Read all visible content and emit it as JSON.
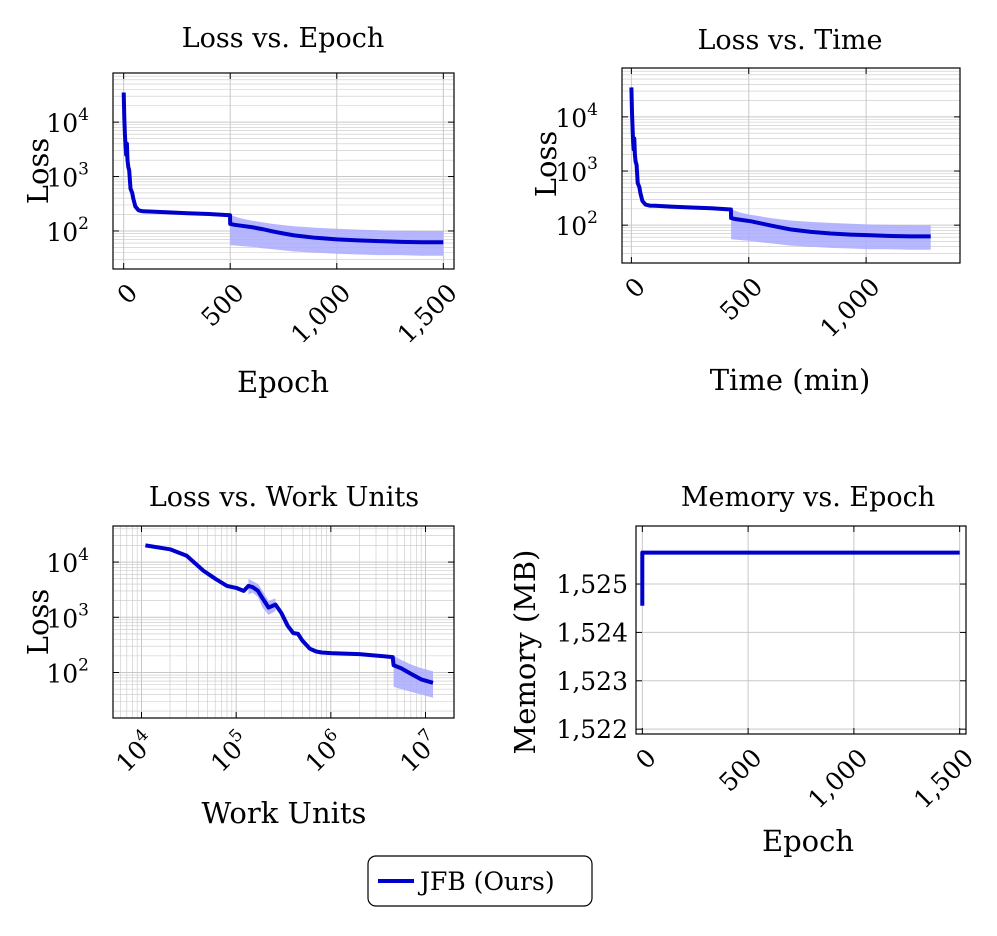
{
  "colors": {
    "series": "#0000cc",
    "band": "#aaaaff",
    "grid": "#c8c8c8"
  },
  "legend": {
    "label": "JFB (Ours)"
  },
  "chart_data": [
    {
      "type": "line",
      "title": "Loss vs. Epoch",
      "xlabel": "Epoch",
      "ylabel": "Loss",
      "xscale": "linear",
      "yscale": "log",
      "xlim": [
        -50,
        1550
      ],
      "ylim": [
        20,
        80000
      ],
      "xticks": [
        0,
        500,
        1000,
        1500
      ],
      "xticklabels": [
        "0",
        "500",
        "1,000",
        "1,500"
      ],
      "yticks": [
        100,
        1000,
        10000
      ],
      "grid": true,
      "series": [
        {
          "name": "JFB (Ours)",
          "x": [
            0,
            3,
            6,
            9,
            12,
            15,
            18,
            22,
            26,
            32,
            40,
            45,
            55,
            70,
            90,
            120,
            200,
            300,
            400,
            499,
            500,
            520,
            550,
            600,
            650,
            700,
            750,
            800,
            900,
            1000,
            1100,
            1200,
            1300,
            1400,
            1500
          ],
          "y": [
            35000,
            12000,
            6000,
            3500,
            2500,
            4000,
            2000,
            1500,
            1300,
            600,
            500,
            400,
            280,
            240,
            230,
            228,
            220,
            212,
            205,
            195,
            135,
            130,
            125,
            118,
            108,
            98,
            90,
            83,
            75,
            70,
            67,
            65,
            63,
            62,
            62
          ],
          "lower": [
            null,
            null,
            null,
            null,
            null,
            null,
            null,
            null,
            null,
            null,
            null,
            null,
            null,
            null,
            null,
            null,
            null,
            null,
            null,
            null,
            55,
            54,
            53,
            51,
            48,
            46,
            44,
            42,
            40,
            38,
            37,
            36,
            36,
            35,
            35
          ],
          "upper": [
            null,
            null,
            null,
            null,
            null,
            null,
            null,
            null,
            null,
            null,
            null,
            null,
            null,
            null,
            null,
            null,
            null,
            null,
            null,
            null,
            200,
            185,
            170,
            155,
            145,
            135,
            128,
            122,
            115,
            110,
            106,
            103,
            101,
            100,
            100
          ]
        }
      ]
    },
    {
      "type": "line",
      "title": "Loss vs. Time",
      "xlabel": "Time (min)",
      "ylabel": "Loss",
      "xscale": "linear",
      "yscale": "log",
      "xlim": [
        -40,
        1400
      ],
      "ylim": [
        20,
        80000
      ],
      "xticks": [
        0,
        500,
        1000
      ],
      "xticklabels": [
        "0",
        "500",
        "1,000"
      ],
      "yticks": [
        100,
        1000,
        10000
      ],
      "grid": true,
      "series": [
        {
          "name": "JFB (Ours)",
          "x": [
            0,
            2.5,
            5,
            7.5,
            10,
            12.5,
            15,
            18,
            22,
            27,
            34,
            38,
            47,
            60,
            77,
            102,
            170,
            255,
            340,
            424,
            425,
            442,
            467,
            510,
            552,
            595,
            637,
            680,
            765,
            850,
            935,
            1020,
            1105,
            1190,
            1275
          ],
          "y": [
            35000,
            12000,
            6000,
            3500,
            2500,
            4000,
            2000,
            1500,
            1300,
            600,
            500,
            400,
            280,
            240,
            230,
            228,
            220,
            212,
            205,
            195,
            135,
            130,
            125,
            118,
            108,
            98,
            90,
            83,
            75,
            70,
            67,
            65,
            63,
            62,
            62
          ],
          "lower": [
            null,
            null,
            null,
            null,
            null,
            null,
            null,
            null,
            null,
            null,
            null,
            null,
            null,
            null,
            null,
            null,
            null,
            null,
            null,
            null,
            55,
            54,
            53,
            51,
            48,
            46,
            44,
            42,
            40,
            38,
            37,
            36,
            36,
            35,
            35
          ],
          "upper": [
            null,
            null,
            null,
            null,
            null,
            null,
            null,
            null,
            null,
            null,
            null,
            null,
            null,
            null,
            null,
            null,
            null,
            null,
            null,
            null,
            200,
            185,
            170,
            155,
            145,
            135,
            128,
            122,
            115,
            110,
            106,
            103,
            101,
            100,
            100
          ]
        }
      ]
    },
    {
      "type": "line",
      "title": "Loss vs. Work Units",
      "xlabel": "Work Units",
      "ylabel": "Loss",
      "xscale": "log",
      "yscale": "log",
      "xlim": [
        5000,
        20000000
      ],
      "ylim": [
        15,
        45000
      ],
      "xticks": [
        10000,
        100000,
        1000000,
        10000000
      ],
      "xticklabels": [
        "4",
        "5",
        "6",
        "7"
      ],
      "xtick_base": "10",
      "yticks": [
        100,
        1000,
        10000
      ],
      "grid": true,
      "series": [
        {
          "name": "JFB (Ours)",
          "x": [
            11000,
            20000,
            30000,
            45000,
            60000,
            80000,
            100000,
            120000,
            135000,
            150000,
            170000,
            190000,
            220000,
            260000,
            300000,
            350000,
            400000,
            450000,
            500000,
            600000,
            700000,
            800000,
            1000000,
            2000000,
            4500000,
            4600000,
            5500000,
            7000000,
            9000000,
            12000000
          ],
          "y": [
            20000,
            17000,
            13000,
            7000,
            5000,
            3700,
            3400,
            3000,
            3700,
            3500,
            3000,
            2200,
            1500,
            1700,
            1200,
            700,
            520,
            500,
            380,
            270,
            240,
            230,
            225,
            215,
            190,
            135,
            120,
            95,
            75,
            65
          ],
          "lower": [
            null,
            null,
            null,
            null,
            null,
            null,
            null,
            null,
            2600,
            2800,
            2300,
            1500,
            1100,
            1300,
            null,
            null,
            null,
            null,
            null,
            null,
            null,
            null,
            null,
            null,
            null,
            55,
            50,
            45,
            40,
            35
          ],
          "upper": [
            null,
            null,
            null,
            null,
            null,
            null,
            null,
            null,
            5000,
            4500,
            4000,
            3000,
            2000,
            2200,
            null,
            null,
            null,
            null,
            null,
            null,
            null,
            null,
            null,
            null,
            null,
            200,
            170,
            140,
            120,
            105
          ]
        }
      ]
    },
    {
      "type": "line",
      "title": "Memory vs. Epoch",
      "xlabel": "Epoch",
      "ylabel": "Memory (MB)",
      "xscale": "linear",
      "yscale": "linear",
      "xlim": [
        -30,
        1530
      ],
      "ylim": [
        1521.9,
        1526.2
      ],
      "xticks": [
        0,
        500,
        1000,
        1500
      ],
      "xticklabels": [
        "0",
        "500",
        "1,000",
        "1,500"
      ],
      "yticks": [
        1522,
        1523,
        1524,
        1525
      ],
      "yticklabels": [
        "1,522",
        "1,523",
        "1,524",
        "1,525"
      ],
      "grid": true,
      "series": [
        {
          "name": "JFB (Ours)",
          "x": [
            0,
            0,
            1500
          ],
          "y": [
            1524.55,
            1525.65,
            1525.65
          ]
        }
      ]
    }
  ]
}
